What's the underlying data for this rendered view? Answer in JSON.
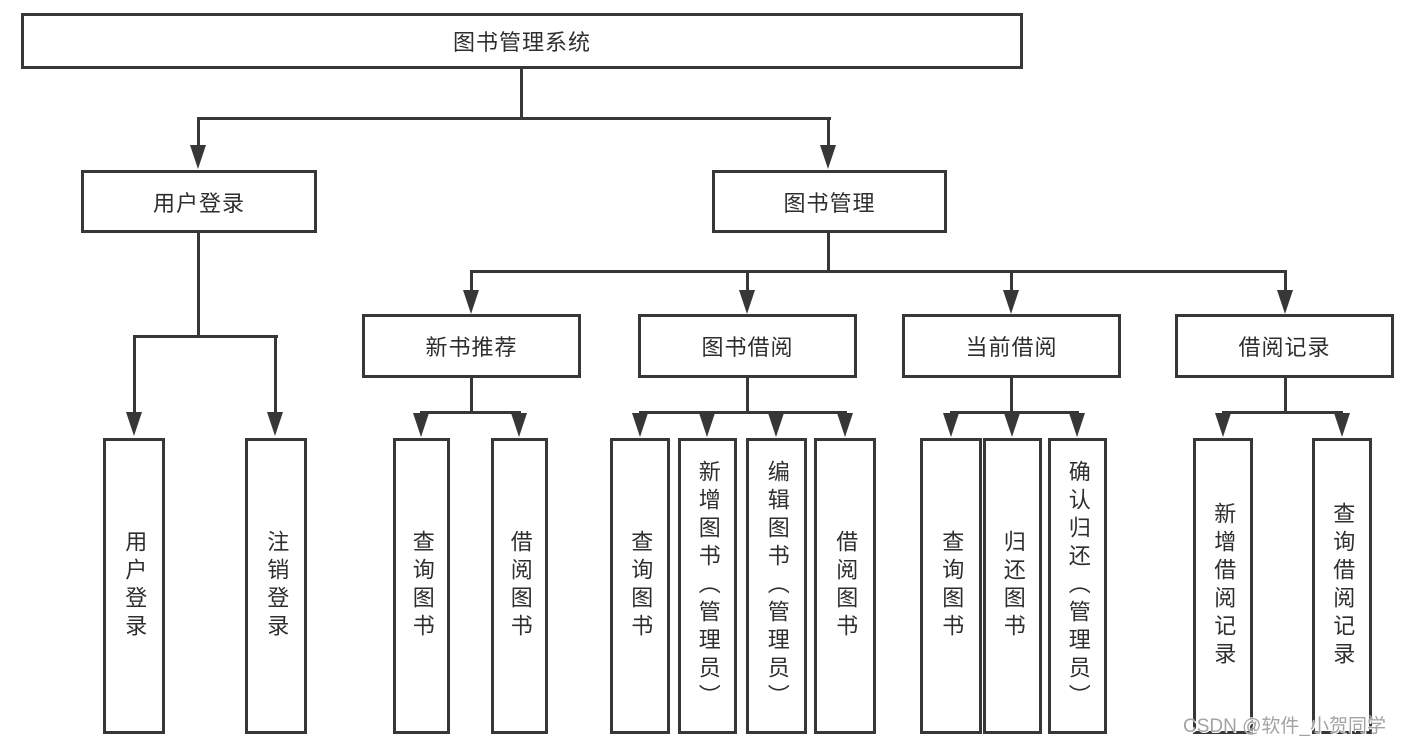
{
  "diagram": {
    "root": {
      "label": "图书管理系统"
    },
    "branches": [
      {
        "label": "用户登录",
        "children": [
          {
            "label": "用户登录"
          },
          {
            "label": "注销登录"
          }
        ]
      },
      {
        "label": "图书管理",
        "children": [
          {
            "label": "新书推荐",
            "children": [
              {
                "label": "查询图书"
              },
              {
                "label": "借阅图书"
              }
            ]
          },
          {
            "label": "图书借阅",
            "children": [
              {
                "label": "查询图书"
              },
              {
                "label": "新增图书（管理员）"
              },
              {
                "label": "编辑图书（管理员）"
              },
              {
                "label": "借阅图书"
              }
            ]
          },
          {
            "label": "当前借阅",
            "children": [
              {
                "label": "查询图书"
              },
              {
                "label": "归还图书"
              },
              {
                "label": "确认归还（管理员）"
              }
            ]
          },
          {
            "label": "借阅记录",
            "children": [
              {
                "label": "新增借阅记录"
              },
              {
                "label": "查询借阅记录"
              }
            ]
          }
        ]
      }
    ]
  },
  "watermark": {
    "text": "CSDN @软件_小贺同学"
  },
  "colors": {
    "line": "#373737",
    "text": "#2e2e2e",
    "background": "#ffffff",
    "watermark": "#a3a3a3"
  }
}
